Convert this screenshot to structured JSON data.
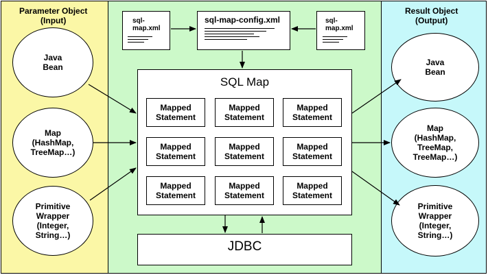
{
  "left": {
    "title": "Parameter Object",
    "subtitle": "(Input)",
    "ellipses": [
      "Java\nBean",
      "Map\n(HashMap,\nTreeMap…)",
      "Primitive\nWrapper\n(Integer,\nString…)"
    ]
  },
  "right": {
    "title": "Result Object",
    "subtitle": "(Output)",
    "ellipses": [
      "Java\nBean",
      "Map\n(HashMap,\nTreeMap,\nTreeMap…)",
      "Primitive\nWrapper\n(Integer,\nString…)"
    ]
  },
  "config": {
    "left_file": "sql-\nmap.xml",
    "main_file": "sql-map-config.xml",
    "right_file": "sql-\nmap.xml"
  },
  "sqlmap": {
    "title": "SQL Map",
    "statements": [
      "Mapped\nStatement",
      "Mapped\nStatement",
      "Mapped\nStatement",
      "Mapped\nStatement",
      "Mapped\nStatement",
      "Mapped\nStatement",
      "Mapped\nStatement",
      "Mapped\nStatement",
      "Mapped\nStatement"
    ]
  },
  "jdbc": {
    "label": "JDBC"
  },
  "colors": {
    "input_bg": "#fbf7a6",
    "core_bg": "#ccf9c9",
    "output_bg": "#c6f8fa"
  }
}
